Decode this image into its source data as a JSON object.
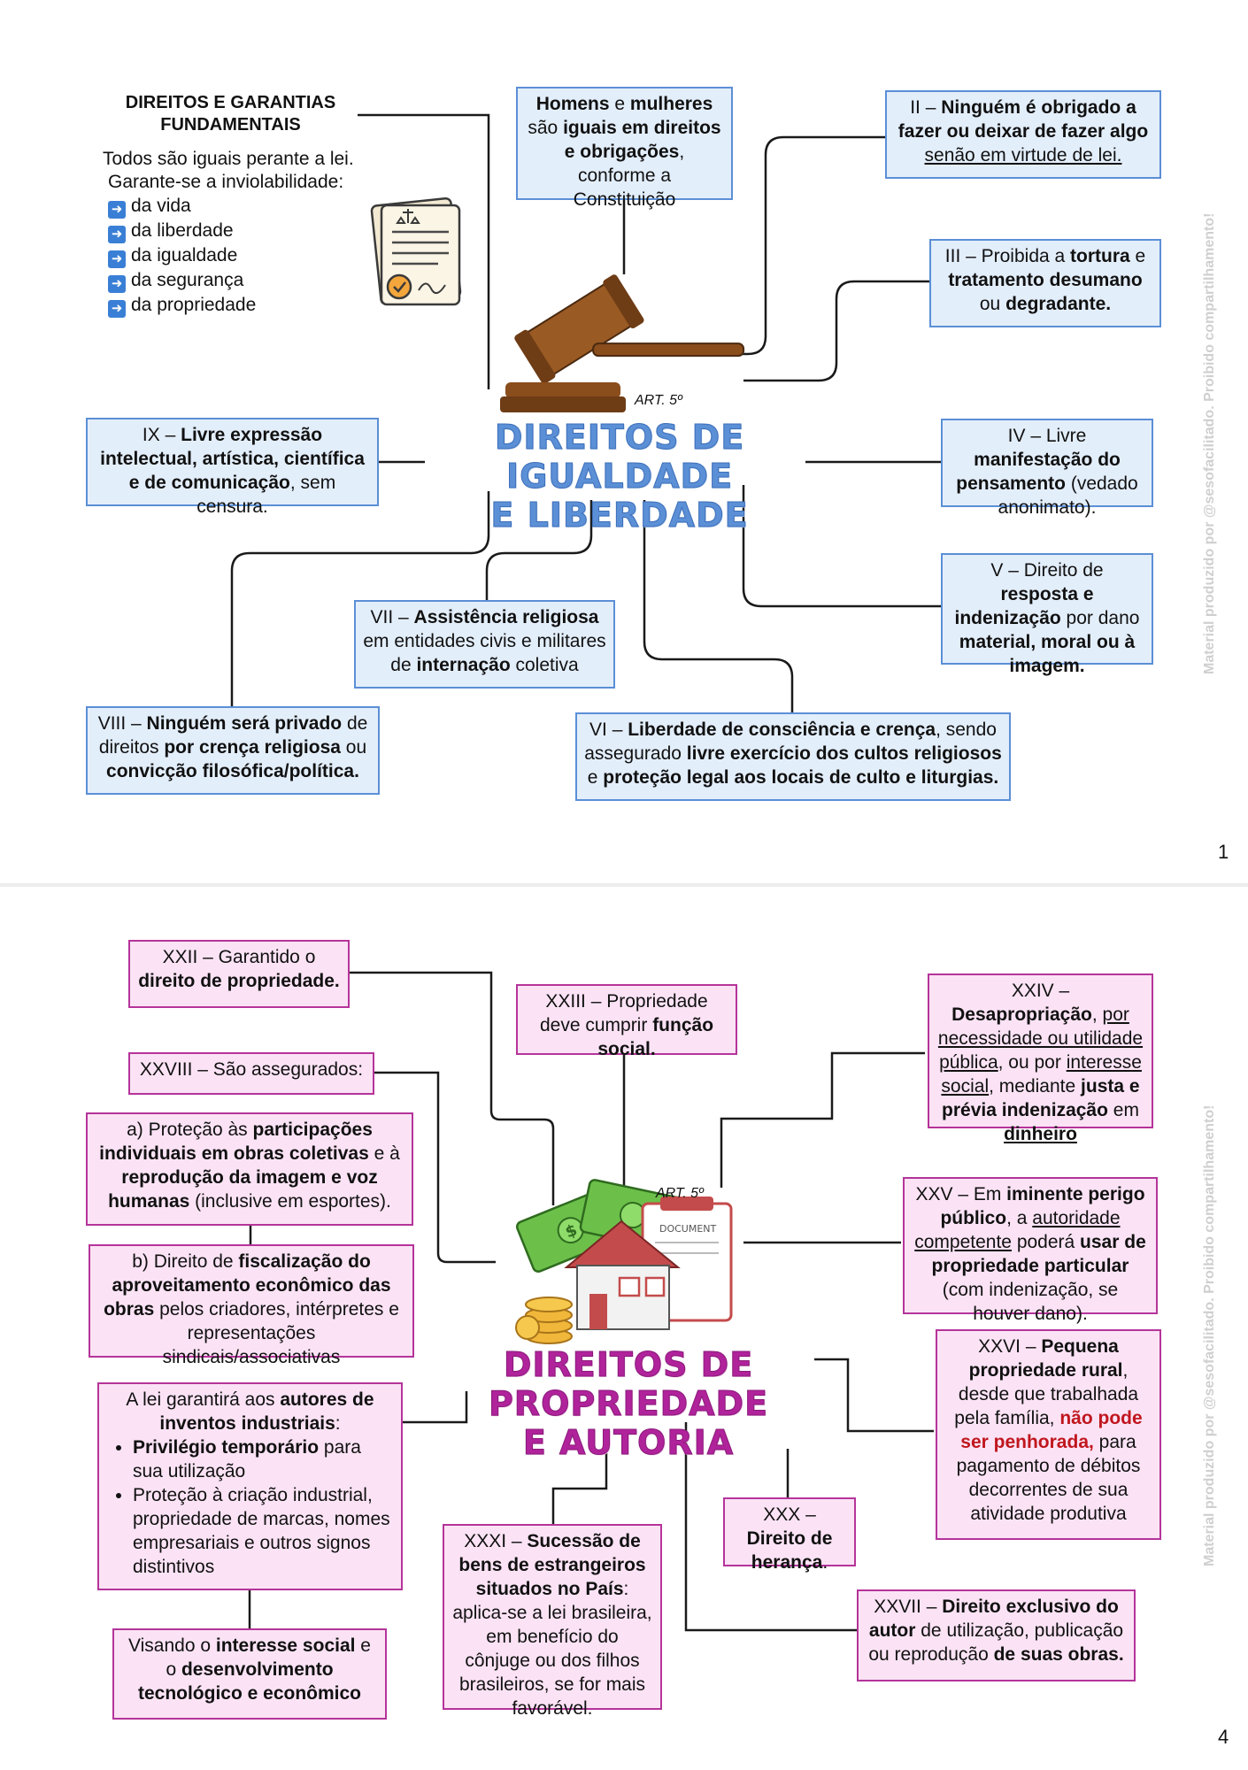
{
  "page1": {
    "intro_title": "DIREITOS E GARANTIAS FUNDAMENTAIS",
    "intro_line1": "Todos são iguais perante a lei.",
    "intro_line2": "Garante-se a inviolabilidade:",
    "intro_items": [
      "da vida",
      "da liberdade",
      "da igualdade",
      "da segurança",
      "da propriedade"
    ],
    "art": "ART. 5º",
    "title_line1": "DIREITOS DE IGUALDADE",
    "title_line2": "E LIBERDADE",
    "caput": {
      "a": "Homens",
      "b": " e ",
      "c": "mulheres",
      "d": "são ",
      "e": "iguais em direitos e obrigações",
      "f": ", conforme a Constituição"
    },
    "ii": {
      "a": "II – ",
      "b": "Ninguém é obrigado a fazer ou deixar de fazer algo",
      "c": "senão em virtude de lei."
    },
    "iii": {
      "a": "III – Proibida a ",
      "b": "tortura",
      "c": " e ",
      "d": "tratamento desumano",
      "e": " ou ",
      "f": "degradante."
    },
    "iv": {
      "a": "IV – Livre ",
      "b": "manifestação do pensamento",
      "c": "(vedado anonimato)."
    },
    "v": {
      "a": "V – Direito de ",
      "b": "resposta e indenização",
      "c": " por dano ",
      "d": "material, moral ou à imagem."
    },
    "vi": {
      "a": "VI – ",
      "b": "Liberdade de consciência e crença",
      "c": ", sendo assegurado ",
      "d": "livre exercício dos cultos religiosos",
      "e": " e ",
      "f": "proteção legal aos locais de culto e liturgias."
    },
    "vii": {
      "a": "VII – ",
      "b": "Assistência religiosa",
      "c": "em entidades civis e militares de ",
      "d": "internação",
      "e": " coletiva"
    },
    "viii": {
      "a": "VIII – ",
      "b": "Ninguém será privado",
      "c": " de direitos ",
      "d": "por crença religiosa",
      "e": " ou ",
      "f": "convicção filosófica/política."
    },
    "ix": {
      "a": "IX – ",
      "b": "Livre expressão intelectual, artística, científica e de comunicação",
      "c": ", sem censura."
    },
    "page_number": "1"
  },
  "page2": {
    "art": "ART. 5º",
    "title_line1": "DIREITOS DE PROPRIEDADE",
    "title_line2": "E AUTORIA",
    "xxii": {
      "a": "XXII – Garantido o ",
      "b": "direito de propriedade."
    },
    "xxiii": {
      "a": "XXIII – Propriedade deve cumprir ",
      "b": "função social."
    },
    "xxiv": {
      "a": "XXIV – ",
      "b": "Desapropriação",
      "c": ", ",
      "d": "por necessidade ou utilidade pública",
      "e": ", ou por ",
      "f": "interesse social",
      "g": ", mediante ",
      "h": "justa e prévia indenização",
      "i": " em ",
      "j": "dinheiro"
    },
    "xxv": {
      "a": "XXV – Em ",
      "b": "iminente perigo público",
      "c": ", a ",
      "d": "autoridade competente",
      "e": " poderá ",
      "f": "usar de propriedade particular",
      "g": " (com indenização, se houver dano)."
    },
    "xxvi": {
      "a": "XXVI – ",
      "b": "Pequena propriedade rural",
      "c": ", desde que trabalhada pela família, ",
      "d": "não pode ser penhorada,",
      "e": " para pagamento de débitos decorrentes de sua atividade produtiva"
    },
    "xxvii": {
      "a": "XXVII – ",
      "b": "Direito exclusivo do autor",
      "c": " de utilização, publicação ou reprodução ",
      "d": "de suas obras."
    },
    "xxviii": {
      "a": "XXVIII – São assegurados:"
    },
    "xxviii_a": {
      "a": "a) Proteção às ",
      "b": "participações individuais em obras coletivas",
      "c": " e à ",
      "d": "reprodução da imagem e voz humanas",
      "e": " (inclusive em esportes)."
    },
    "xxviii_b": {
      "a": "b) Direito de ",
      "b": "fiscalização do aproveitamento econômico das obras",
      "c": " pelos criadores, intérpretes e representações sindicais/associativas"
    },
    "xxix": {
      "a": "A lei garantirá aos ",
      "b": "autores de inventos industriais",
      "c": ":",
      "li1b": "Privilégio temporário",
      "li1c": " para sua utilização",
      "li2": "Proteção à criação industrial, propriedade de marcas, nomes empresariais e outros signos distintivos"
    },
    "xxix_goal": {
      "a": "Visando o ",
      "b": "interesse social",
      "c": " e o ",
      "d": "desenvolvimento tecnológico e econômico"
    },
    "xxx": {
      "a": "XXX – ",
      "b": "Direito de herança",
      "c": "."
    },
    "xxxi": {
      "a": "XXXI – ",
      "b": "Sucessão de bens de estrangeiros situados no País",
      "c": ": aplica-se a lei brasileira, em benefício do cônjuge ou dos filhos brasileiros, se for mais favorável."
    },
    "document_label": "DOCUMENT",
    "page_number": "4"
  },
  "watermark": "Material produzido por @sesofacilitado. Proibido compartilhamento!",
  "colors": {
    "blue_border": "#5b8fd6",
    "blue_fill": "#e3eefb",
    "purple_border": "#b5349a",
    "purple_fill": "#fbe3f5",
    "red_text": "#c0161e"
  }
}
